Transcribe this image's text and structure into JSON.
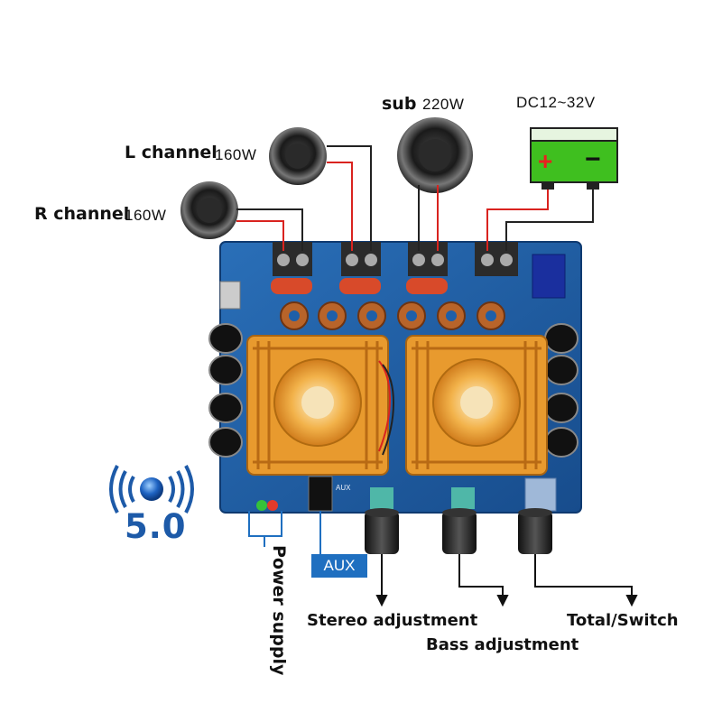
{
  "labels": {
    "sub": "sub",
    "sub_power": "220W",
    "l_channel": "L channel",
    "l_power": "160W",
    "r_channel": "R channel",
    "r_power": "160W",
    "dc_input": "DC12~32V",
    "battery_plus": "+",
    "battery_minus": "−",
    "bluetooth_version": "5.0",
    "power_supply": "Power supply",
    "aux": "AUX",
    "aux_board": "AUX",
    "stereo_adjustment": "Stereo adjustment",
    "bass_adjustment": "Bass adjustment",
    "total_switch": "Total/Switch"
  },
  "colors": {
    "board": "#1e5fa8",
    "heatsink": "#e89a2e",
    "battery": "#3fbf1f",
    "wire_red": "#d9231f",
    "wire_black": "#222222",
    "bt_blue": "#1d5aa8"
  }
}
